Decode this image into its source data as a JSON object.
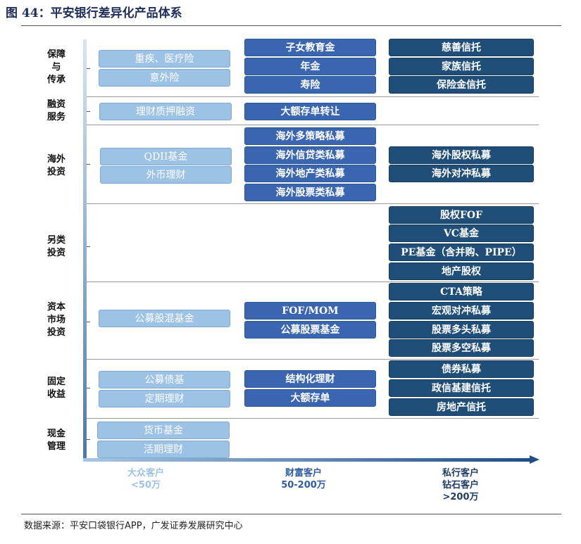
{
  "figure_title": "图 44：平安银行差异化产品体系",
  "rows": [
    {
      "label": "保障\n与\n传承"
    },
    {
      "label": "融资\n服务"
    },
    {
      "label": "海外\n投资"
    },
    {
      "label": "另类\n投资"
    },
    {
      "label": "资本\n市场\n投资"
    },
    {
      "label": "固定\n收益"
    },
    {
      "label": "现金\n管理"
    }
  ],
  "columns": [
    {
      "label": "大众客户\n<50万"
    },
    {
      "label": "财富客户\n50-200万"
    },
    {
      "label": "私行客户\n钻石客户\n>200万"
    }
  ],
  "products": {
    "mass": [
      "重疾、医疗险",
      "意外险",
      "理财质押融资",
      "QDII基金",
      "外币理财",
      "公募股混基金",
      "公募债基",
      "定期理财",
      "货币基金",
      "活期理财"
    ],
    "wealth": [
      "子女教育金",
      "年金",
      "寿险",
      "大额存单转让",
      "海外多策略私募",
      "海外信贷类私募",
      "海外地产类私募",
      "海外股票类私募",
      "FOF/MOM",
      "公募股票基金",
      "结构化理财",
      "大额存单"
    ],
    "private": [
      "慈善信托",
      "家族信托",
      "保险金信托",
      "海外股权私募",
      "海外对冲私募",
      "股权FOF",
      "VC基金",
      "PE基金（含并购、PIPE）",
      "地产股权",
      "CTA策略",
      "宏观对冲私募",
      "股票多头私募",
      "股票多空私募",
      "债券私募",
      "政信基建信托",
      "房地产信托"
    ]
  },
  "source": "数据来源：平安口袋银行APP，广发证券发展研究中心"
}
